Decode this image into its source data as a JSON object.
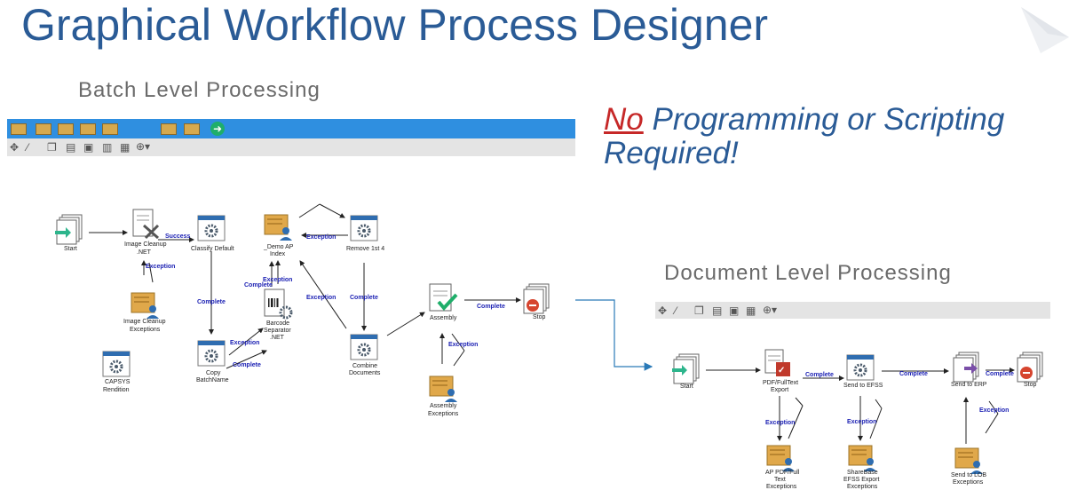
{
  "title": "Graphical Workflow Process Designer",
  "batch_heading": "Batch Level Processing",
  "doc_heading": "Document Level Processing",
  "tagline": {
    "no": "No",
    "line1_rest": " Programming or Scripting",
    "line2": "Required!"
  },
  "batch_nodes": {
    "start": "Start",
    "image_cleanup": [
      "Image Cleanup",
      ".NET"
    ],
    "classify_default": "Classify Default",
    "demo_ap_index": [
      "_Demo AP",
      "Index"
    ],
    "remove_1st_4": "Remove 1st 4",
    "image_cleanup_exceptions": [
      "Image Cleanup",
      "Exceptions"
    ],
    "barcode_separator": [
      "Barcode",
      "Separator",
      ".NET"
    ],
    "assembly": "Assembly",
    "stop": "Stop",
    "capsys_rendition": [
      "CAPSYS",
      "Rendition"
    ],
    "copy_batchname": [
      "Copy",
      "BatchName"
    ],
    "combine_documents": [
      "Combine",
      "Documents"
    ],
    "assembly_exceptions": [
      "Assembly",
      "Exceptions"
    ]
  },
  "doc_nodes": {
    "start": "Start",
    "pdf_fulltext_export": [
      "PDF/FullText",
      "Export"
    ],
    "send_to_efss": "Send to EFSS",
    "send_to_erp": "Send to ERP",
    "stop": "Stop",
    "ap_pdf_exceptions": [
      "AP PDF/Full",
      "Text",
      "Exceptions"
    ],
    "sharebase_exceptions": [
      "ShareBase",
      "EFSS Export",
      "Exceptions"
    ],
    "send_to_lob_exceptions": [
      "Send to LOB",
      "Exceptions"
    ]
  },
  "edge_labels": {
    "success": "Success",
    "exception": "Exception",
    "complete": "Complete"
  },
  "colors": {
    "title": "#2a5b96",
    "emphasis": "#c62828",
    "toolbar_top": "#2f8fe0",
    "toolbar_bottom": "#e4e4e4",
    "edge_label": "#1a1fb3",
    "connector": "#2a7ab8"
  },
  "toolbar_tools": [
    "select-icon",
    "connector-icon",
    "copy-icon",
    "paste-icon",
    "properties-icon",
    "validate-icon",
    "lock-icon",
    "zoom-icon"
  ]
}
